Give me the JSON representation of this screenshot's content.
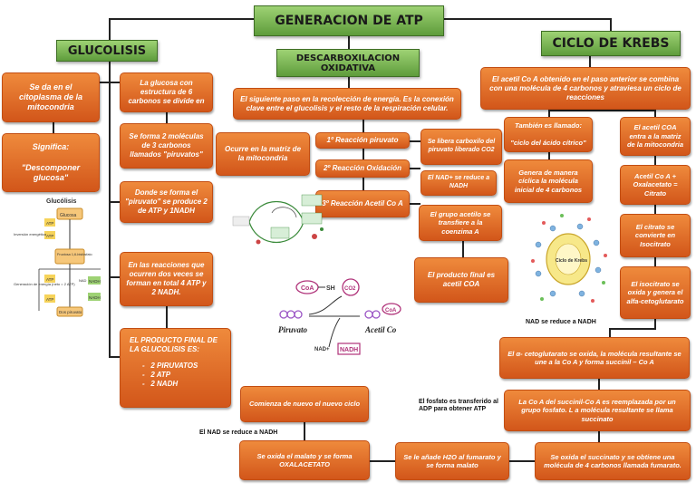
{
  "main_title": "GENERACION DE ATP",
  "glucolisis": {
    "title": "GLUCOLISIS",
    "citoplasma": "Se da en el citoplasma de la mitocondria",
    "significa": "Significa:\n\n\"Descomponer glucosa\"",
    "glucosa_6": "La glucosa con estructura de 6 carbonos se divide en",
    "dos_moleculas": "Se forma 2 moléculas de 3 carbonos llamados \"piruvatos\"",
    "donde_piruvato": "Donde se forma el \"piruvato\" se produce 2 de ATP y 1NADH",
    "reacciones": "En las reacciones que ocurren dos veces se forman en total 4 ATP y 2 NADH.",
    "producto_final_title": "EL PRODUCTO FINAL DE LA GLUCOLISIS ES:",
    "producto_items": [
      "2 PIRUVATOS",
      "2 ATP",
      "2 NADH"
    ],
    "figure": {
      "title": "Glucólisis",
      "glucosa": "Glucosa",
      "fructosa": "Fructosa 1,6-bisfosfato",
      "piruvato": "Dos piruvato",
      "inversion": "Inversión energética",
      "generacion": "Generación de energía (neto = 2 ATP)",
      "atp": "ATP",
      "nad": "NAD",
      "nadh": "NADH"
    }
  },
  "descarboxilacion": {
    "title": "DESCARBOXILACION OXIDATIVA",
    "siguiente": "El siguiente paso en la recolección de energía. Es la conexión clave entre el glucolisis y el resto de la respiración celular.",
    "matriz": "Ocurre en la matriz de la mitocondria",
    "reaccion1": "1º Reacción piruvato",
    "reaccion2": "2º Reacción Oxidación",
    "reaccion3": "3º Reacción Acetil Co A",
    "libera": "Se libera carboxilo del piruvato liberado CO2",
    "nad_reduce": "El NAD+ se reduce a NADH",
    "grupo_acetilo": "El grupo acetilo se transfiere a la coenzima A",
    "producto": "El producto final es acetil COA",
    "diagram_labels": {
      "coa": "CoA",
      "sh": "SH",
      "co2": "CO2",
      "piruvato": "Piruvato",
      "acetil": "Acetil Co",
      "nad": "NAD+",
      "nadh": "NADH"
    }
  },
  "krebs": {
    "title": "CICLO DE KREBS",
    "acetil_combina": "El acetil Co A obtenido en el paso anterior se combina con una molécula de 4 carbonos y atraviesa un ciclo de reacciones",
    "tambien": "También es llamado:\n\n\"ciclo del ácido cítrico\"",
    "genera": "Genera de manera cíclica la molécula inicial de 4 carbonos",
    "acetil_entra": "El acetil COA entra a la matriz de la mitocondria",
    "citrato": "Acetil Co A + Oxalacetato = Citrato",
    "isocitrato": "El citrato se convierte en Isocitrato",
    "oxida": "El isocitrato se oxida y genera el alfa-cetoglutarato",
    "nad_reduce": "NAD se reduce a NADH",
    "alfa": "El α- cetoglutarato se oxida, la molécula resultante se une a la Co A y forma succinil – Co A",
    "fosfato": "El fosfato es transferido al ADP para obtener ATP",
    "coa_succinil": "La Co A del succinil-Co A es reemplazada por un grupo fosfato. L a molécula resultante se llama succinato",
    "succinato": "Se oxida el succinato y se obtiene una molécula de 4 carbonos llamada fumarato.",
    "h2o": "Se le añade H2O al fumarato y se forma malato",
    "malato": "Se oxida el malato y se forma OXALACETATO",
    "nadh_malato": "El NAD se reduce a NADH",
    "comienza": "Comienza de nuevo el nuevo ciclo",
    "ciclo_label": "Ciclo de Krebs"
  },
  "colors": {
    "box": "#e06e28",
    "title_green": "#7bb656",
    "line": "#222222"
  }
}
